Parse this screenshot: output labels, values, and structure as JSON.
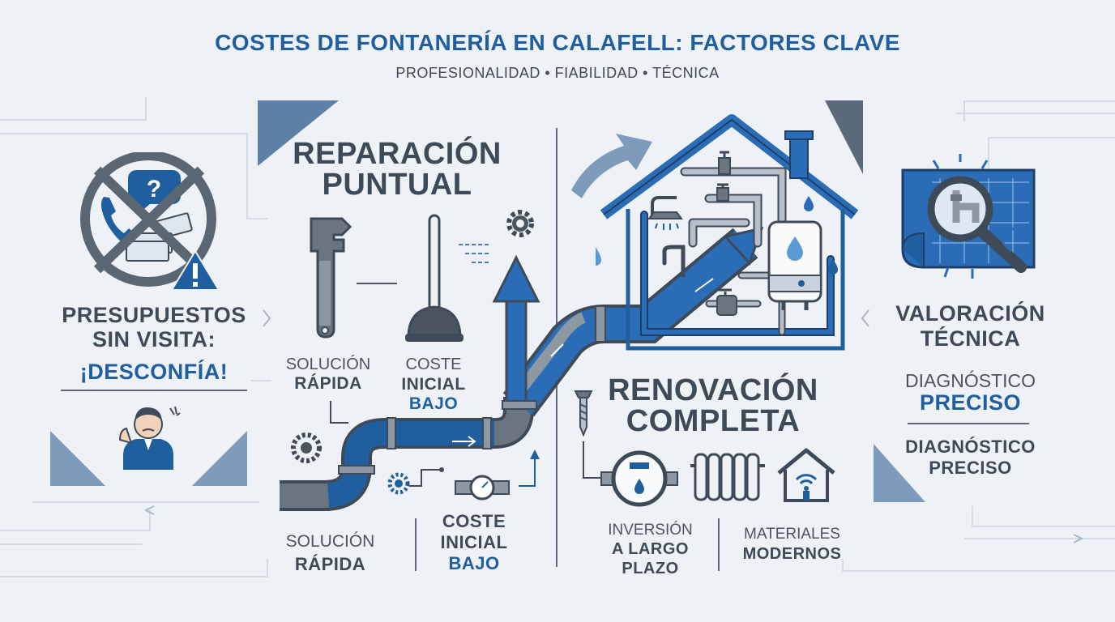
{
  "header": {
    "title": "COSTES DE FONTANERÍA EN CALAFELL: FACTORES CLAVE",
    "subtitle": "PROFESIONALIDAD • FIABILIDAD • TÉCNICA"
  },
  "left_panel": {
    "heading_line1": "PRESUPUESTOS",
    "heading_line2": "SIN VISITA:",
    "warning": "¡DESCONFÍA!"
  },
  "repair": {
    "title_line1": "REPARACIÓN",
    "title_line2": "PUNTUAL",
    "upper_label1_line1": "SOLUCIÓN",
    "upper_label1_line2": "RÁPIDA",
    "upper_label2_line1": "COSTE",
    "upper_label2_line2": "INICIAL",
    "upper_label2_line3": "BAJO",
    "lower_label1_line1": "SOLUCIÓN",
    "lower_label1_line2": "RÁPIDA",
    "lower_label2_line1": "COSTE",
    "lower_label2_line2": "INICIAL",
    "lower_label2_line3": "BAJO"
  },
  "renovation": {
    "title_line1": "RENOVACIÓN",
    "title_line2": "COMPLETA",
    "label1_line1": "INVERSIÓN",
    "label1_line2": "A LARGO",
    "label1_line3": "PLAZO",
    "label2_line1": "MATERIALES",
    "label2_line2": "MODERNOS"
  },
  "assessment": {
    "title_line1": "VALORACIÓN",
    "title_line2": "TÉCNICA",
    "label1_line1": "DIAGNÓSTICO",
    "label1_line2": "PRECISO",
    "label2_line1": "DIAGNÓSTICO",
    "label2_line2": "PRECISO"
  },
  "colors": {
    "brand_blue": "#1f5fa0",
    "dark_gray": "#3e4a57",
    "pipe_blue": "#2a6cb6",
    "pipe_gray": "#6b7580",
    "background": "#eef2f6"
  },
  "icons": [
    "no-phone-quote-icon",
    "warning-icon",
    "worried-person-icon",
    "wrench-icon",
    "plunger-icon",
    "gear-icon",
    "pipe-arrow-icon",
    "house-plumbing-icon",
    "water-heater-icon",
    "screw-icon",
    "water-meter-icon",
    "radiator-icon",
    "smart-home-icon",
    "magnifier-blueprint-icon"
  ]
}
